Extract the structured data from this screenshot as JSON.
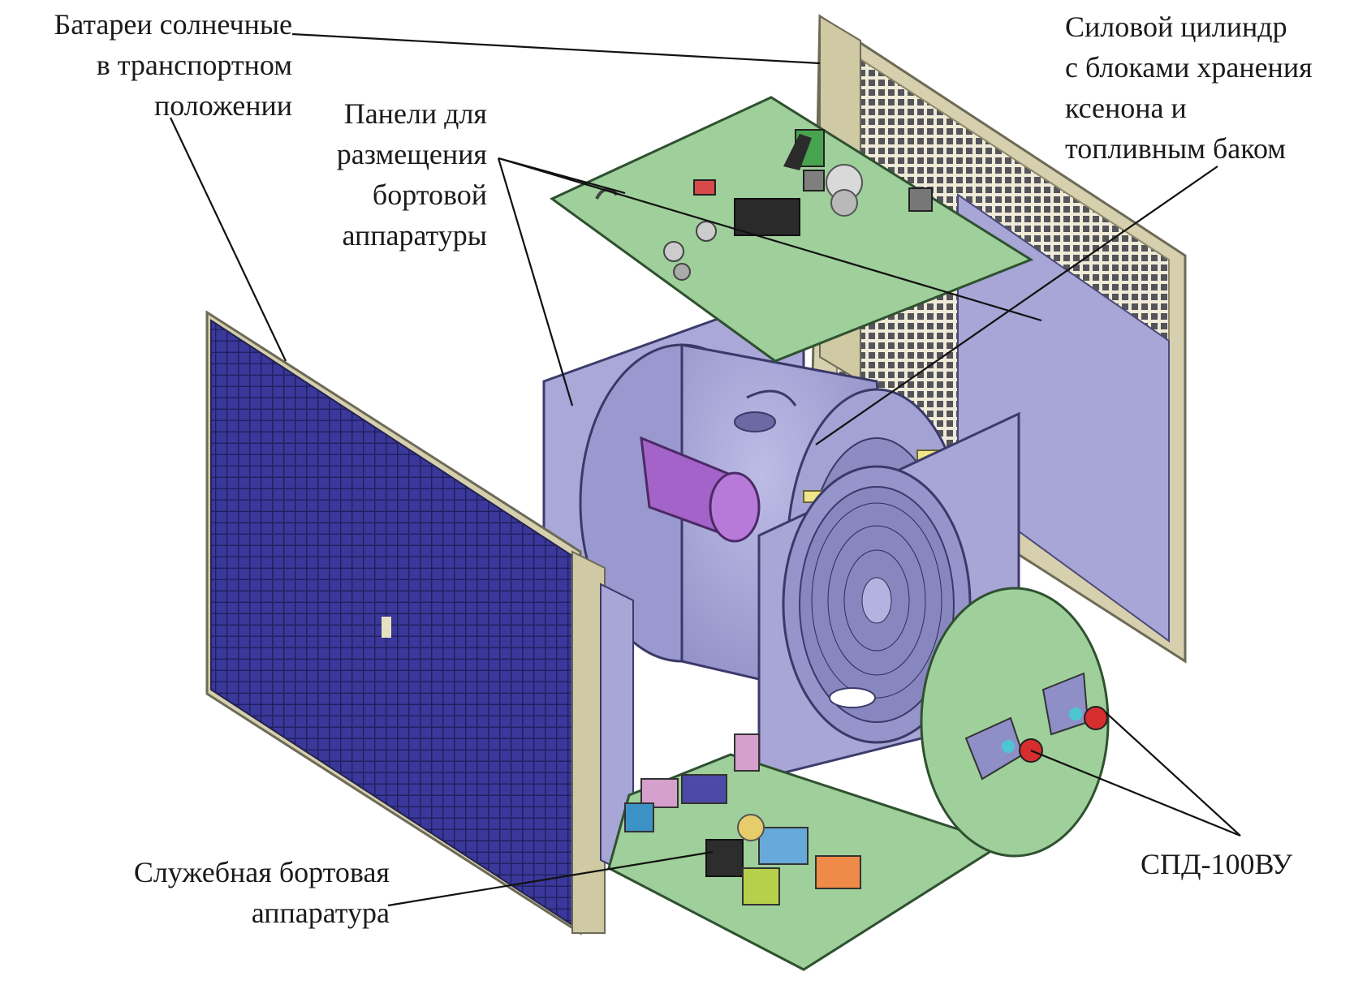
{
  "labels": {
    "solar_panels": [
      "Батареи солнечные",
      "в транспортном",
      "положении"
    ],
    "equipment_panels": [
      "Панели для",
      "размещения",
      "бортовой",
      "аппаратуры"
    ],
    "power_cylinder": [
      "Силовой цилиндр",
      "с блоками хранения",
      "ксенона и",
      "топливным баком"
    ],
    "service_equipment": [
      "Служебная бортовая",
      "аппаратура"
    ],
    "thrusters": [
      "СПД-100ВУ"
    ]
  },
  "colors": {
    "solar_cells": "#2b2a78",
    "solar_frame": "#cfc9a4",
    "panel_green": "#9fcf9a",
    "structure_lavender": "#a7a6d6",
    "cylinder_dark": "#8d8cc2",
    "xenon_tank": "#a463c8",
    "leader_line": "#111111"
  }
}
